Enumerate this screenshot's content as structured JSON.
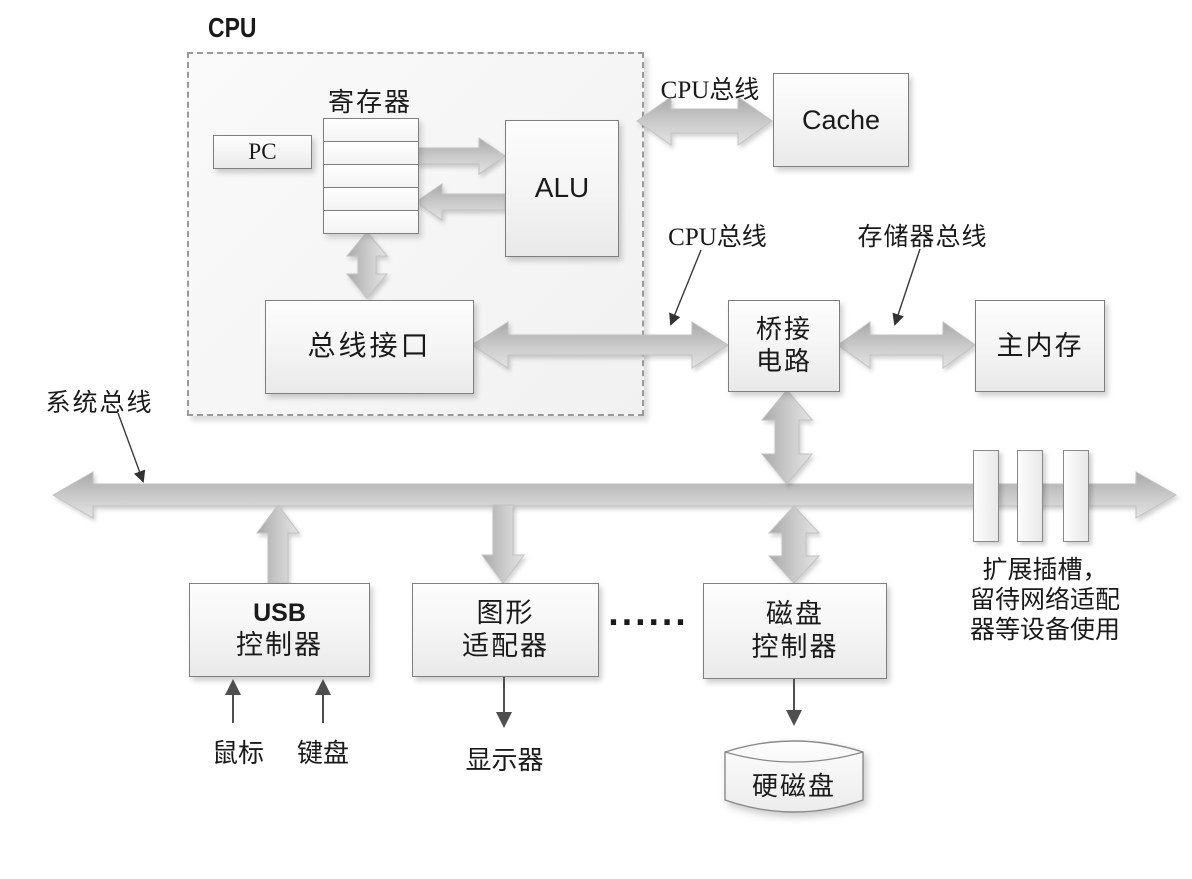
{
  "colors": {
    "arrow_gray": "#c6c6c6",
    "box_border": "#7f7f7f",
    "thin_arrow": "#4a4a4a",
    "box_fill_top": "#fdfdfd",
    "box_fill_bottom": "#e9e9e9",
    "background": "#ffffff"
  },
  "cpu": {
    "title": "CPU",
    "registers_label": "寄存器",
    "pc_label": "PC",
    "alu_label": "ALU",
    "bus_interface_label": "总线接口"
  },
  "buses": {
    "cpu_bus_top": "CPU总线",
    "cpu_bus_mid": "CPU总线",
    "memory_bus": "存储器总线",
    "system_bus": "系统总线"
  },
  "nodes": {
    "cache": "Cache",
    "bridge": {
      "line1": "桥接",
      "line2": "电路"
    },
    "main_memory": "主内存",
    "usb": {
      "line1": "USB",
      "line2": "控制器"
    },
    "graphics": {
      "line1": "图形",
      "line2": "适配器"
    },
    "disk": {
      "line1": "磁盘",
      "line2": "控制器"
    },
    "ellipsis": "......"
  },
  "devices": {
    "mouse": "鼠标",
    "keyboard": "键盘",
    "display": "显示器",
    "hard_disk": "硬磁盘"
  },
  "expansion_note": {
    "line1": "扩展插槽，",
    "line2": "留待网络适配",
    "line3": "器等设备使用"
  }
}
